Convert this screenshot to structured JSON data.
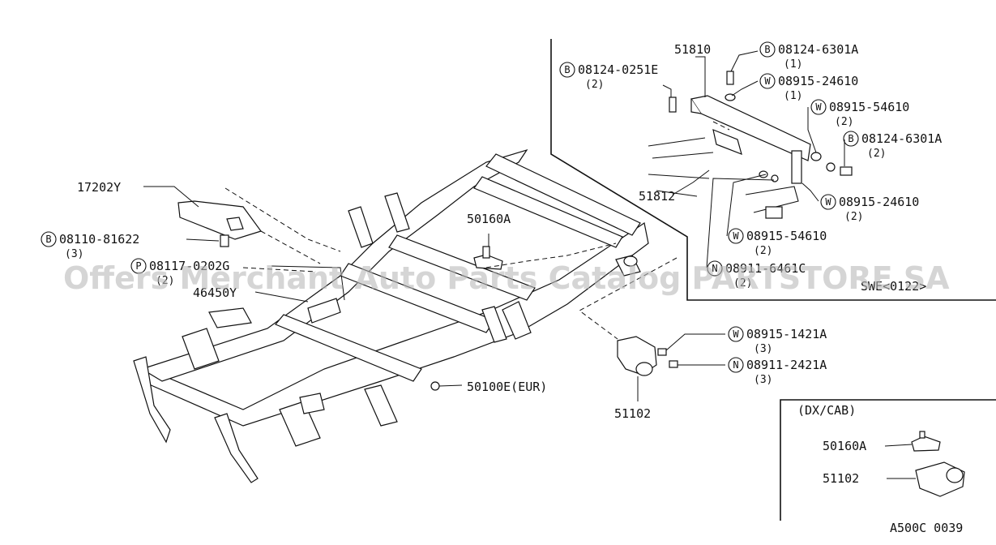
{
  "watermark": "Offers Merchant Auto Parts Catalog PARTSTORE SA",
  "diagram_code": "A500C 0039",
  "inset_swe": {
    "label": "SWE<0122>"
  },
  "inset_dx": {
    "label": "(DX/CAB)"
  },
  "callouts": [
    {
      "id": "c1",
      "prefix": "",
      "part": "51810",
      "qty": ""
    },
    {
      "id": "c2",
      "prefix": "B",
      "part": "08124-6301A",
      "qty": "(1)"
    },
    {
      "id": "c3",
      "prefix": "B",
      "part": "08124-0251E",
      "qty": "(2)"
    },
    {
      "id": "c4",
      "prefix": "W",
      "part": "08915-24610",
      "qty": "(1)"
    },
    {
      "id": "c5",
      "prefix": "W",
      "part": "08915-54610",
      "qty": "(2)"
    },
    {
      "id": "c6",
      "prefix": "B",
      "part": "08124-6301A",
      "qty": "(2)"
    },
    {
      "id": "c7",
      "prefix": "",
      "part": "51812",
      "qty": ""
    },
    {
      "id": "c8",
      "prefix": "W",
      "part": "08915-24610",
      "qty": "(2)"
    },
    {
      "id": "c9",
      "prefix": "W",
      "part": "08915-54610",
      "qty": "(2)"
    },
    {
      "id": "c10",
      "prefix": "N",
      "part": "08911-6461C",
      "qty": "(2)"
    },
    {
      "id": "c11",
      "prefix": "",
      "part": "17202Y",
      "qty": ""
    },
    {
      "id": "c12",
      "prefix": "B",
      "part": "08110-81622",
      "qty": "(3)"
    },
    {
      "id": "c13",
      "prefix": "P",
      "part": "08117-0202G",
      "qty": "(2)"
    },
    {
      "id": "c14",
      "prefix": "",
      "part": "46450Y",
      "qty": ""
    },
    {
      "id": "c15",
      "prefix": "",
      "part": "50160A",
      "qty": ""
    },
    {
      "id": "c16",
      "prefix": "",
      "part": "50100E(EUR)",
      "qty": ""
    },
    {
      "id": "c17",
      "prefix": "W",
      "part": "08915-1421A",
      "qty": "(3)"
    },
    {
      "id": "c18",
      "prefix": "N",
      "part": "08911-2421A",
      "qty": "(3)"
    },
    {
      "id": "c19",
      "prefix": "",
      "part": "51102",
      "qty": ""
    },
    {
      "id": "c20",
      "prefix": "",
      "part": "50160A",
      "qty": ""
    },
    {
      "id": "c21",
      "prefix": "",
      "part": "51102",
      "qty": ""
    }
  ]
}
